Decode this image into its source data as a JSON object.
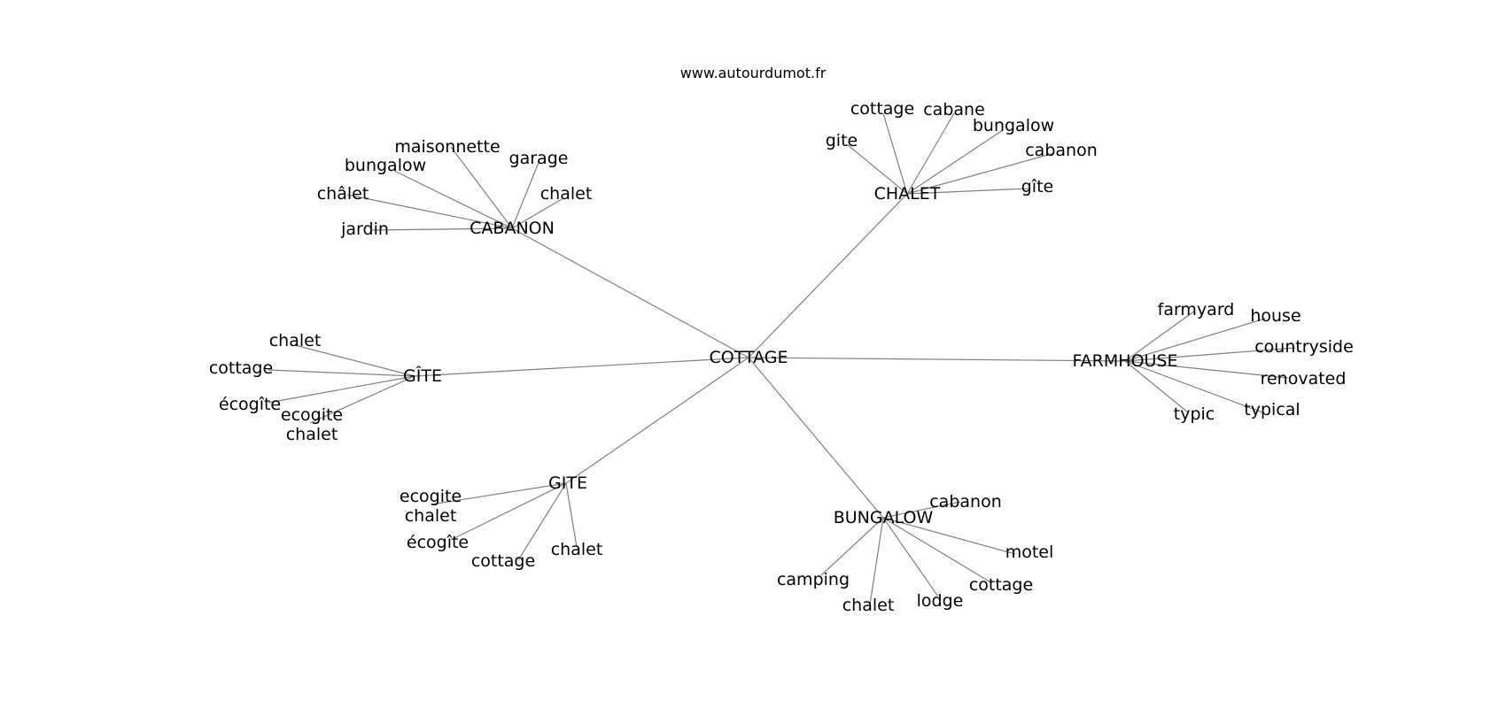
{
  "site_label": "www.autourdumot.fr",
  "graph": {
    "center": "COTTAGE",
    "hubs": [
      {
        "label": "CABANON",
        "children": [
          "maisonnette",
          "garage",
          "bungalow",
          "chalet",
          "châlet",
          "jardin"
        ]
      },
      {
        "label": "CHALET",
        "children": [
          "cottage",
          "cabane",
          "gite",
          "bungalow",
          "cabanon",
          "gîte"
        ]
      },
      {
        "label": "GÎTE",
        "children": [
          "chalet",
          "cottage",
          "écogîte",
          "ecogite chalet"
        ]
      },
      {
        "label": "FARMHOUSE",
        "children": [
          "farmyard",
          "house",
          "countryside",
          "renovated",
          "typical",
          "typic"
        ]
      },
      {
        "label": "GITE",
        "children": [
          "ecogite chalet",
          "écogîte",
          "cottage",
          "chalet"
        ]
      },
      {
        "label": "BUNGALOW",
        "children": [
          "cabanon",
          "motel",
          "cottage",
          "lodge",
          "chalet",
          "camping"
        ]
      }
    ]
  }
}
